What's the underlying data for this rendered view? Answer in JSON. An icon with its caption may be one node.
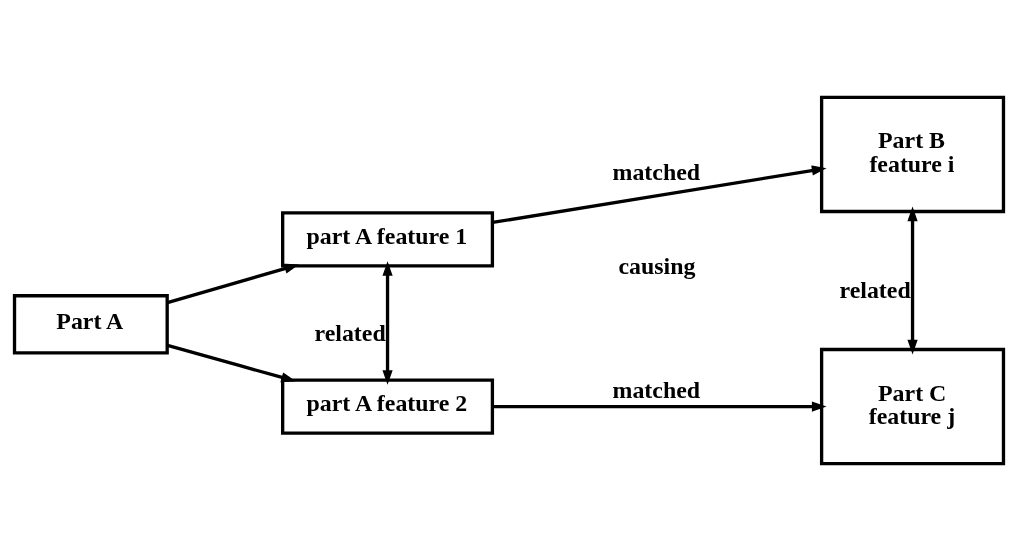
{
  "diagram": {
    "nodes": [
      {
        "text": [
          "Part A"
        ]
      },
      {
        "text": [
          "part A feature 1"
        ]
      },
      {
        "text": [
          "part A feature 2"
        ]
      },
      {
        "text": [
          "Part B",
          "feature i"
        ]
      },
      {
        "text": [
          "Part C",
          "feature j"
        ]
      }
    ],
    "edges": [
      {
        "from": 0,
        "to": 1,
        "arrow": "to"
      },
      {
        "from": 0,
        "to": 2,
        "arrow": "to"
      },
      {
        "from": 1,
        "to": 2,
        "arrow": "both",
        "label": "related"
      },
      {
        "from": 1,
        "to": 3,
        "arrow": "to",
        "label": "matched"
      },
      {
        "from": 2,
        "to": 4,
        "arrow": "to",
        "label": "matched"
      },
      {
        "from": 3,
        "to": 4,
        "arrow": "both",
        "label": "related"
      }
    ],
    "labels": [
      "causing"
    ]
  }
}
